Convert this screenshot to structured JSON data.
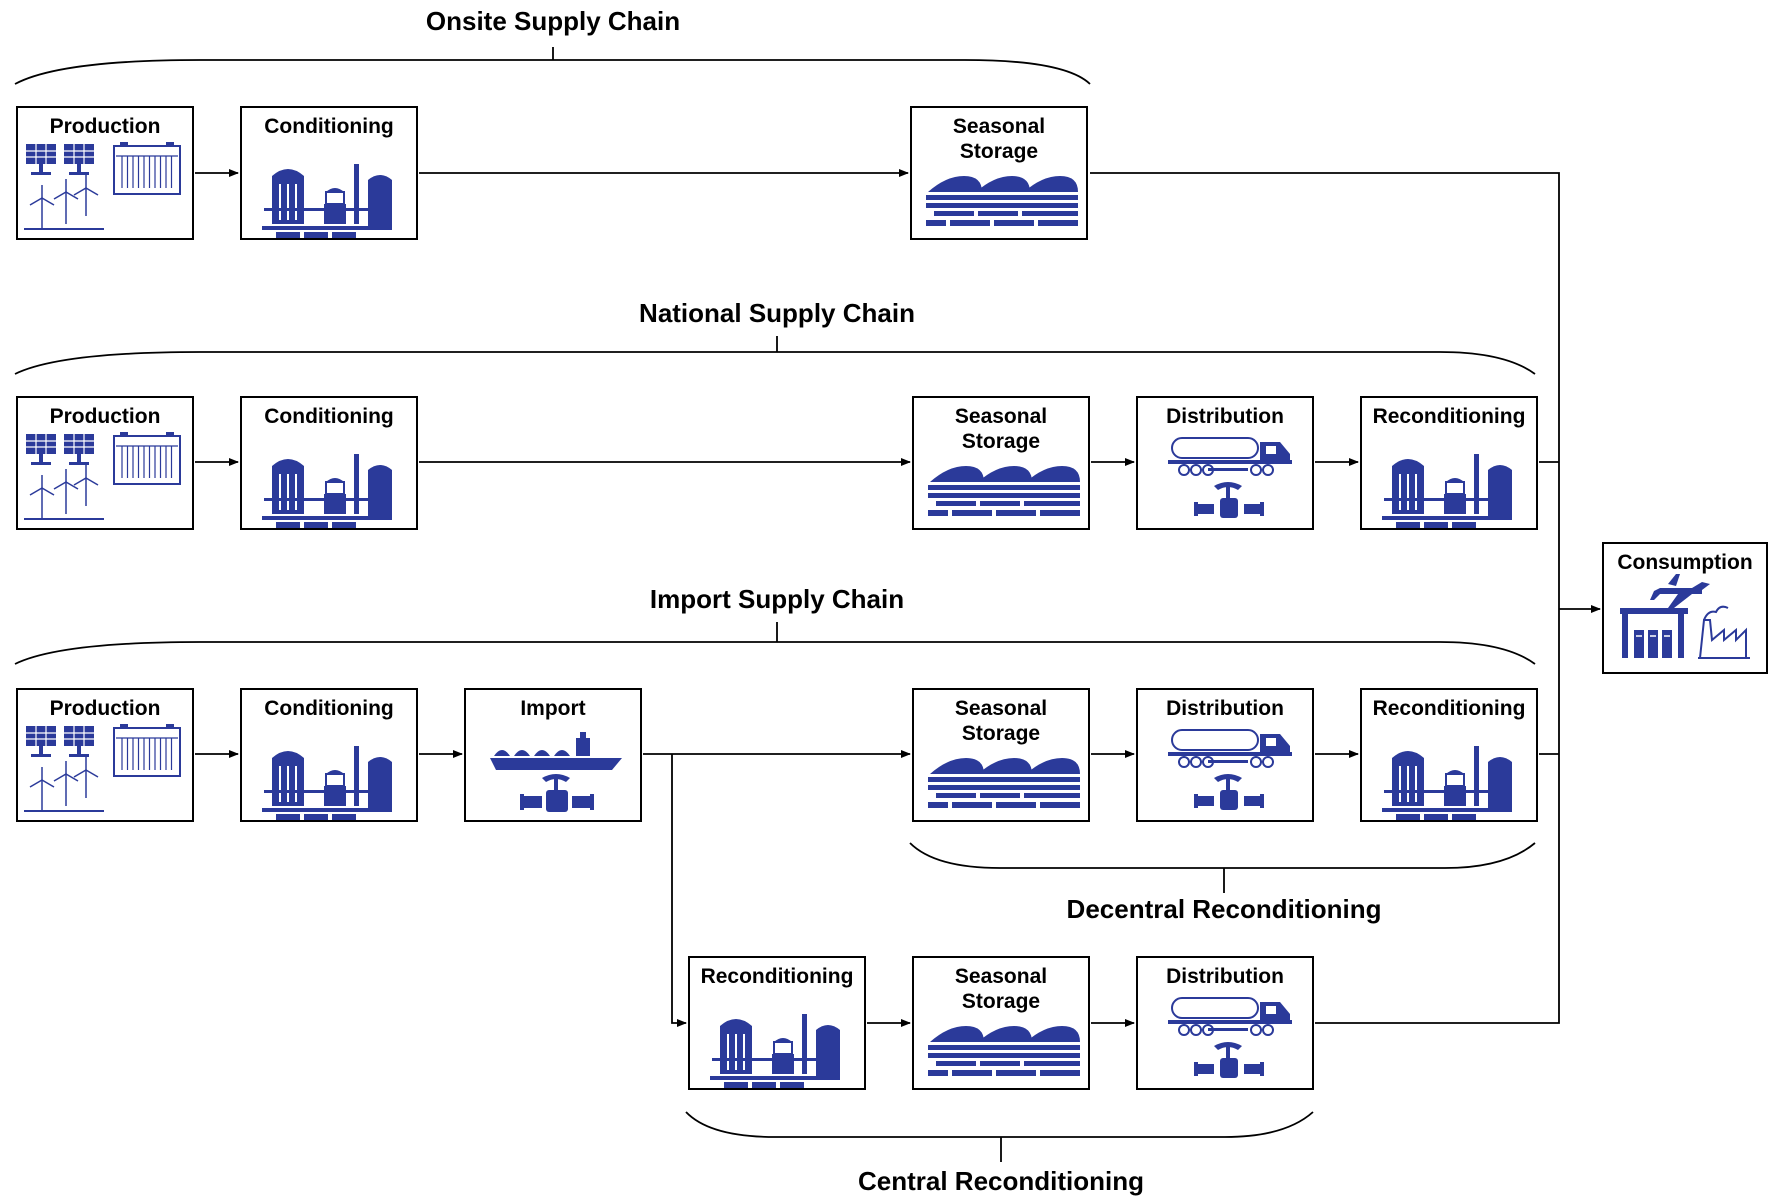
{
  "chains": {
    "onsite": {
      "title": "Onsite Supply Chain"
    },
    "national": {
      "title": "National Supply Chain"
    },
    "import": {
      "title": "Import Supply Chain"
    },
    "decentral": {
      "title": "Decentral Reconditioning"
    },
    "central": {
      "title": "Central Reconditioning"
    }
  },
  "labels": {
    "production": "Production",
    "conditioning": "Conditioning",
    "seasonal_storage_line1": "Seasonal",
    "seasonal_storage_line2": "Storage",
    "distribution": "Distribution",
    "reconditioning": "Reconditioning",
    "import": "Import",
    "consumption": "Consumption"
  },
  "colors": {
    "icon": "#2b3a9a",
    "line": "#000000"
  },
  "icons": {
    "production": "solar-wind-battery-icon",
    "conditioning": "industrial-plant-icon",
    "seasonal_storage": "storage-tanks-icon",
    "distribution": "truck-pipeline-icon",
    "import": "ship-pipeline-icon",
    "consumption": "airplane-fuelstation-factory-icon"
  }
}
